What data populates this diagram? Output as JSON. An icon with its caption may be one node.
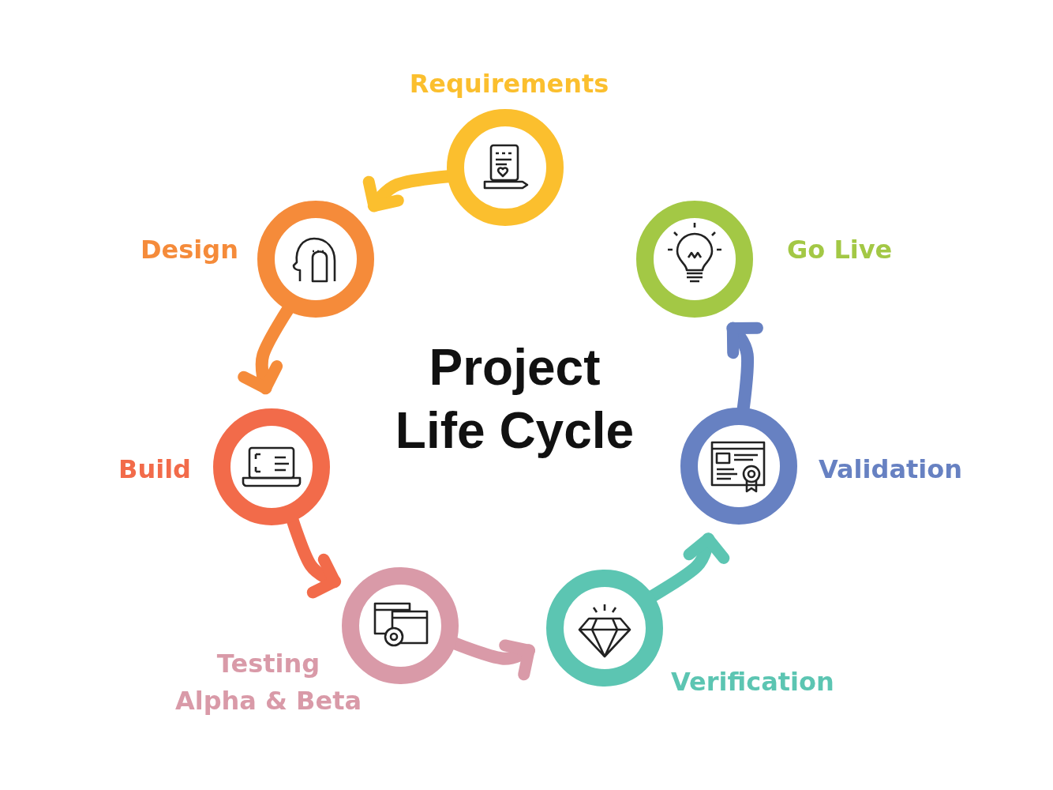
{
  "diagram": {
    "title": "Project Life Cycle",
    "nodes": [
      {
        "text": [
          "Requirements"
        ]
      },
      {
        "text": [
          "Design"
        ]
      },
      {
        "text": [
          "Build"
        ]
      },
      {
        "text": [
          "Testing Alpha & Beta"
        ]
      },
      {
        "text": [
          "Verification"
        ]
      },
      {
        "text": [
          "Validation"
        ]
      },
      {
        "text": [
          "Go Live"
        ]
      }
    ],
    "edges": [
      {
        "from": 0,
        "to": 1,
        "arrow": "to",
        "color": "#fbbf2e"
      },
      {
        "from": 1,
        "to": 2,
        "arrow": "to",
        "color": "#f58b3a"
      },
      {
        "from": 2,
        "to": 3,
        "arrow": "to",
        "color": "#f26b4a"
      },
      {
        "from": 3,
        "to": 4,
        "arrow": "to",
        "color": "#d99aa8"
      },
      {
        "from": 4,
        "to": 5,
        "arrow": "to",
        "color": "#5cc5b2"
      },
      {
        "from": 5,
        "to": 6,
        "arrow": "to",
        "color": "#6781c2"
      }
    ]
  }
}
